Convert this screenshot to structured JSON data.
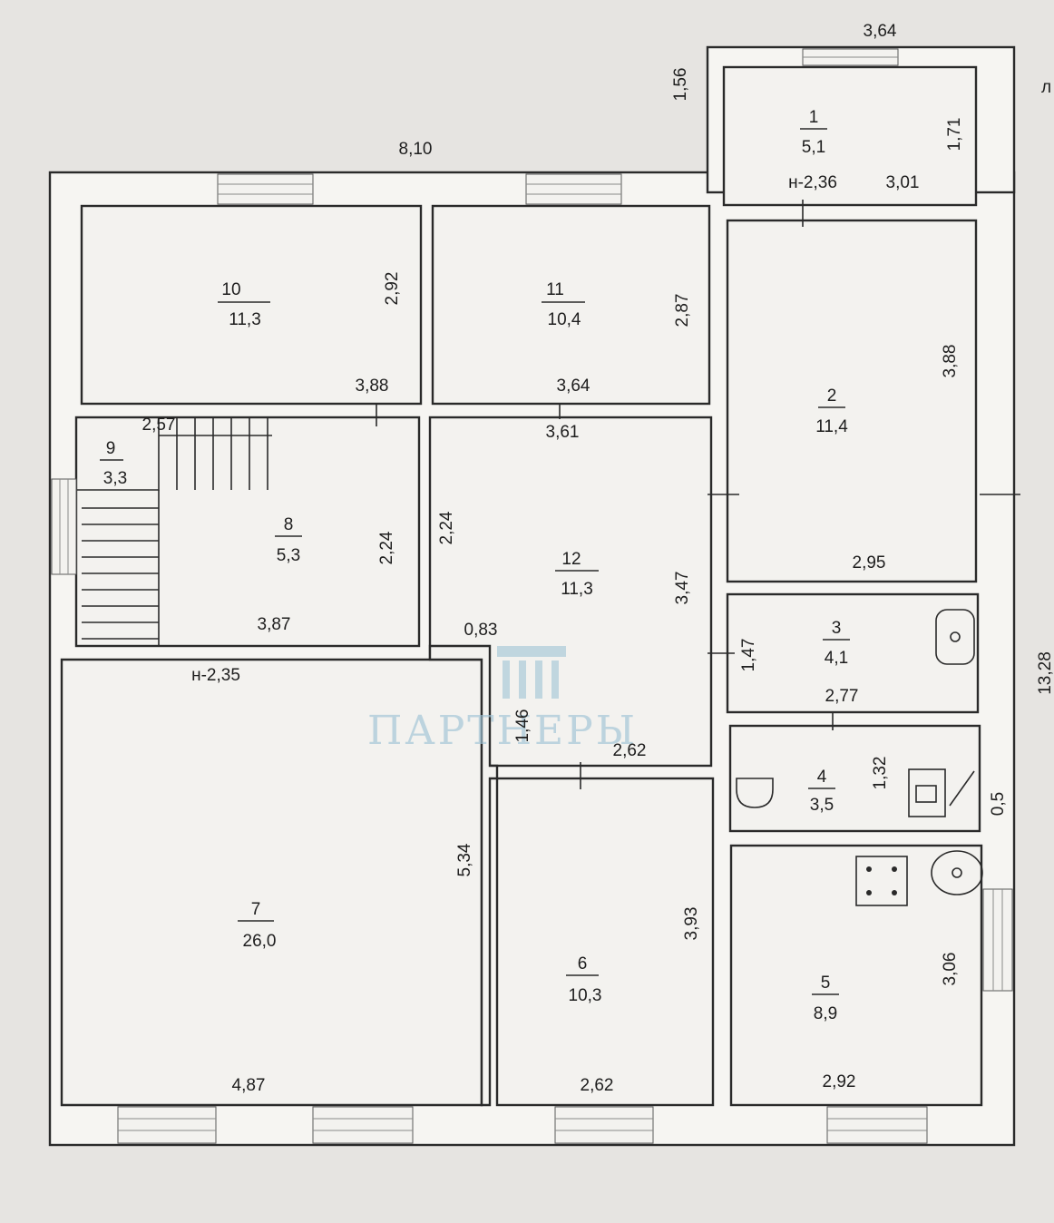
{
  "plan": {
    "rooms": [
      {
        "number": "1",
        "area": "5,1"
      },
      {
        "number": "2",
        "area": "11,4"
      },
      {
        "number": "3",
        "area": "4,1"
      },
      {
        "number": "4",
        "area": "3,5"
      },
      {
        "number": "5",
        "area": "8,9"
      },
      {
        "number": "6",
        "area": "10,3"
      },
      {
        "number": "7",
        "area": "26,0"
      },
      {
        "number": "8",
        "area": "5,3"
      },
      {
        "number": "9",
        "area": "3,3"
      },
      {
        "number": "10",
        "area": "11,3"
      },
      {
        "number": "11",
        "area": "10,4"
      },
      {
        "number": "12",
        "area": "11,3"
      }
    ],
    "dimensions": {
      "top_overall": "8,10",
      "annex_top": "3,64",
      "annex_left": "1,56",
      "annex_right": "1,71",
      "annex_bottom": "3,01",
      "annex_height_mark": "н-2,36",
      "right_overall": "13,28",
      "r10_height": "2,92",
      "r10_width": "3,88",
      "r11_height": "2,87",
      "r11_width": "3,64",
      "r12_width": "3,61",
      "r12_left_height": "2,24",
      "r12_height": "3,47",
      "r12_step": "0,83",
      "r2_height": "3,88",
      "r2_width": "2,95",
      "r8_height": "2,24",
      "r8_width": "3,87",
      "r9_width": "2,57",
      "r7_height_mark": "н-2,35",
      "r7_height": "5,34",
      "r7_width": "4,87",
      "corridor_height": "1,46",
      "r6_top_width": "2,62",
      "r6_height": "3,93",
      "r6_width": "2,62",
      "r3_height": "1,47",
      "r3_width": "2,77",
      "r4_height": "1,32",
      "r4_side": "0,5",
      "r5_height": "3,06",
      "r5_width": "2,92"
    },
    "edge_mark": "л",
    "watermark": "ПАРТНЕРЫ"
  }
}
